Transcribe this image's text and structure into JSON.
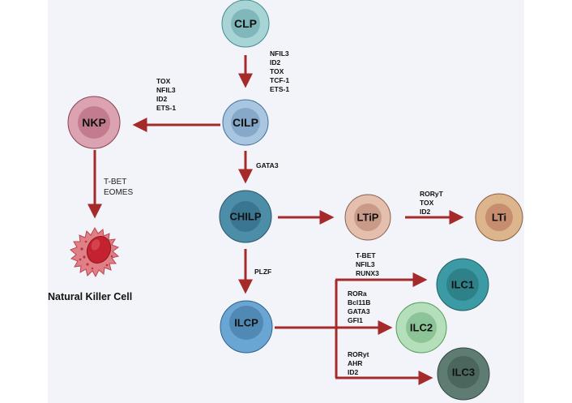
{
  "diagram": {
    "background_color": "#f2f4f9",
    "arrow_color": "#a52a2a",
    "cells": {
      "clp": {
        "label": "CLP",
        "outer": "#a9d4d6",
        "inner": "#7fb7ba",
        "stroke": "#3f8c90"
      },
      "cilp": {
        "label": "CILP",
        "outer": "#a9c6e0",
        "inner": "#86a8c9",
        "stroke": "#3f6f99"
      },
      "nkp": {
        "label": "NKP",
        "outer": "#dba3b1",
        "inner": "#c27c8d",
        "stroke": "#8a4050"
      },
      "chilp": {
        "label": "CHILP",
        "outer": "#4c8ea8",
        "inner": "#3a7690",
        "stroke": "#2a5569"
      },
      "ltip": {
        "label": "LTiP",
        "outer": "#e4bfae",
        "inner": "#c99a88",
        "stroke": "#8a5f50"
      },
      "lti": {
        "label": "LTi",
        "outer": "#dcb58c",
        "inner": "#c68e6e",
        "stroke": "#8a5f40"
      },
      "ilcp": {
        "label": "ILCP",
        "outer": "#6aa6d4",
        "inner": "#4f89b4",
        "stroke": "#2d5f88"
      },
      "ilc1": {
        "label": "ILC1",
        "outer": "#3b9aa3",
        "inner": "#2e8189",
        "stroke": "#1f5e64"
      },
      "ilc2": {
        "label": "ILC2",
        "outer": "#b5dfba",
        "inner": "#8dc497",
        "stroke": "#4f9a5a"
      },
      "ilc3": {
        "label": "ILC3",
        "outer": "#5f7c72",
        "inner": "#4b665d",
        "stroke": "#33473f"
      }
    },
    "nk_cell": {
      "label": "Natural Killer Cell",
      "color": "#d9545f"
    },
    "factors": {
      "clp_to_cilp": [
        "NFIL3",
        "ID2",
        "TOX",
        "TCF-1",
        "ETS-1"
      ],
      "cilp_to_nkp": [
        "TOX",
        "NFIL3",
        "ID2",
        "ETS-1"
      ],
      "nkp_to_nk": [
        "T-BET",
        "EOMES"
      ],
      "cilp_to_chilp": [
        "GATA3"
      ],
      "ltip_to_lti": [
        "RORyT",
        "TOX",
        "ID2"
      ],
      "chilp_to_ilcp": [
        "PLZF"
      ],
      "ilcp_to_ilc1": [
        "T-BET",
        "NFIL3",
        "RUNX3"
      ],
      "ilcp_to_ilc2": [
        "RORa",
        "Bcl11B",
        "GATA3",
        "GFI1"
      ],
      "ilcp_to_ilc3": [
        "RORyt",
        "AHR",
        "ID2"
      ]
    }
  }
}
